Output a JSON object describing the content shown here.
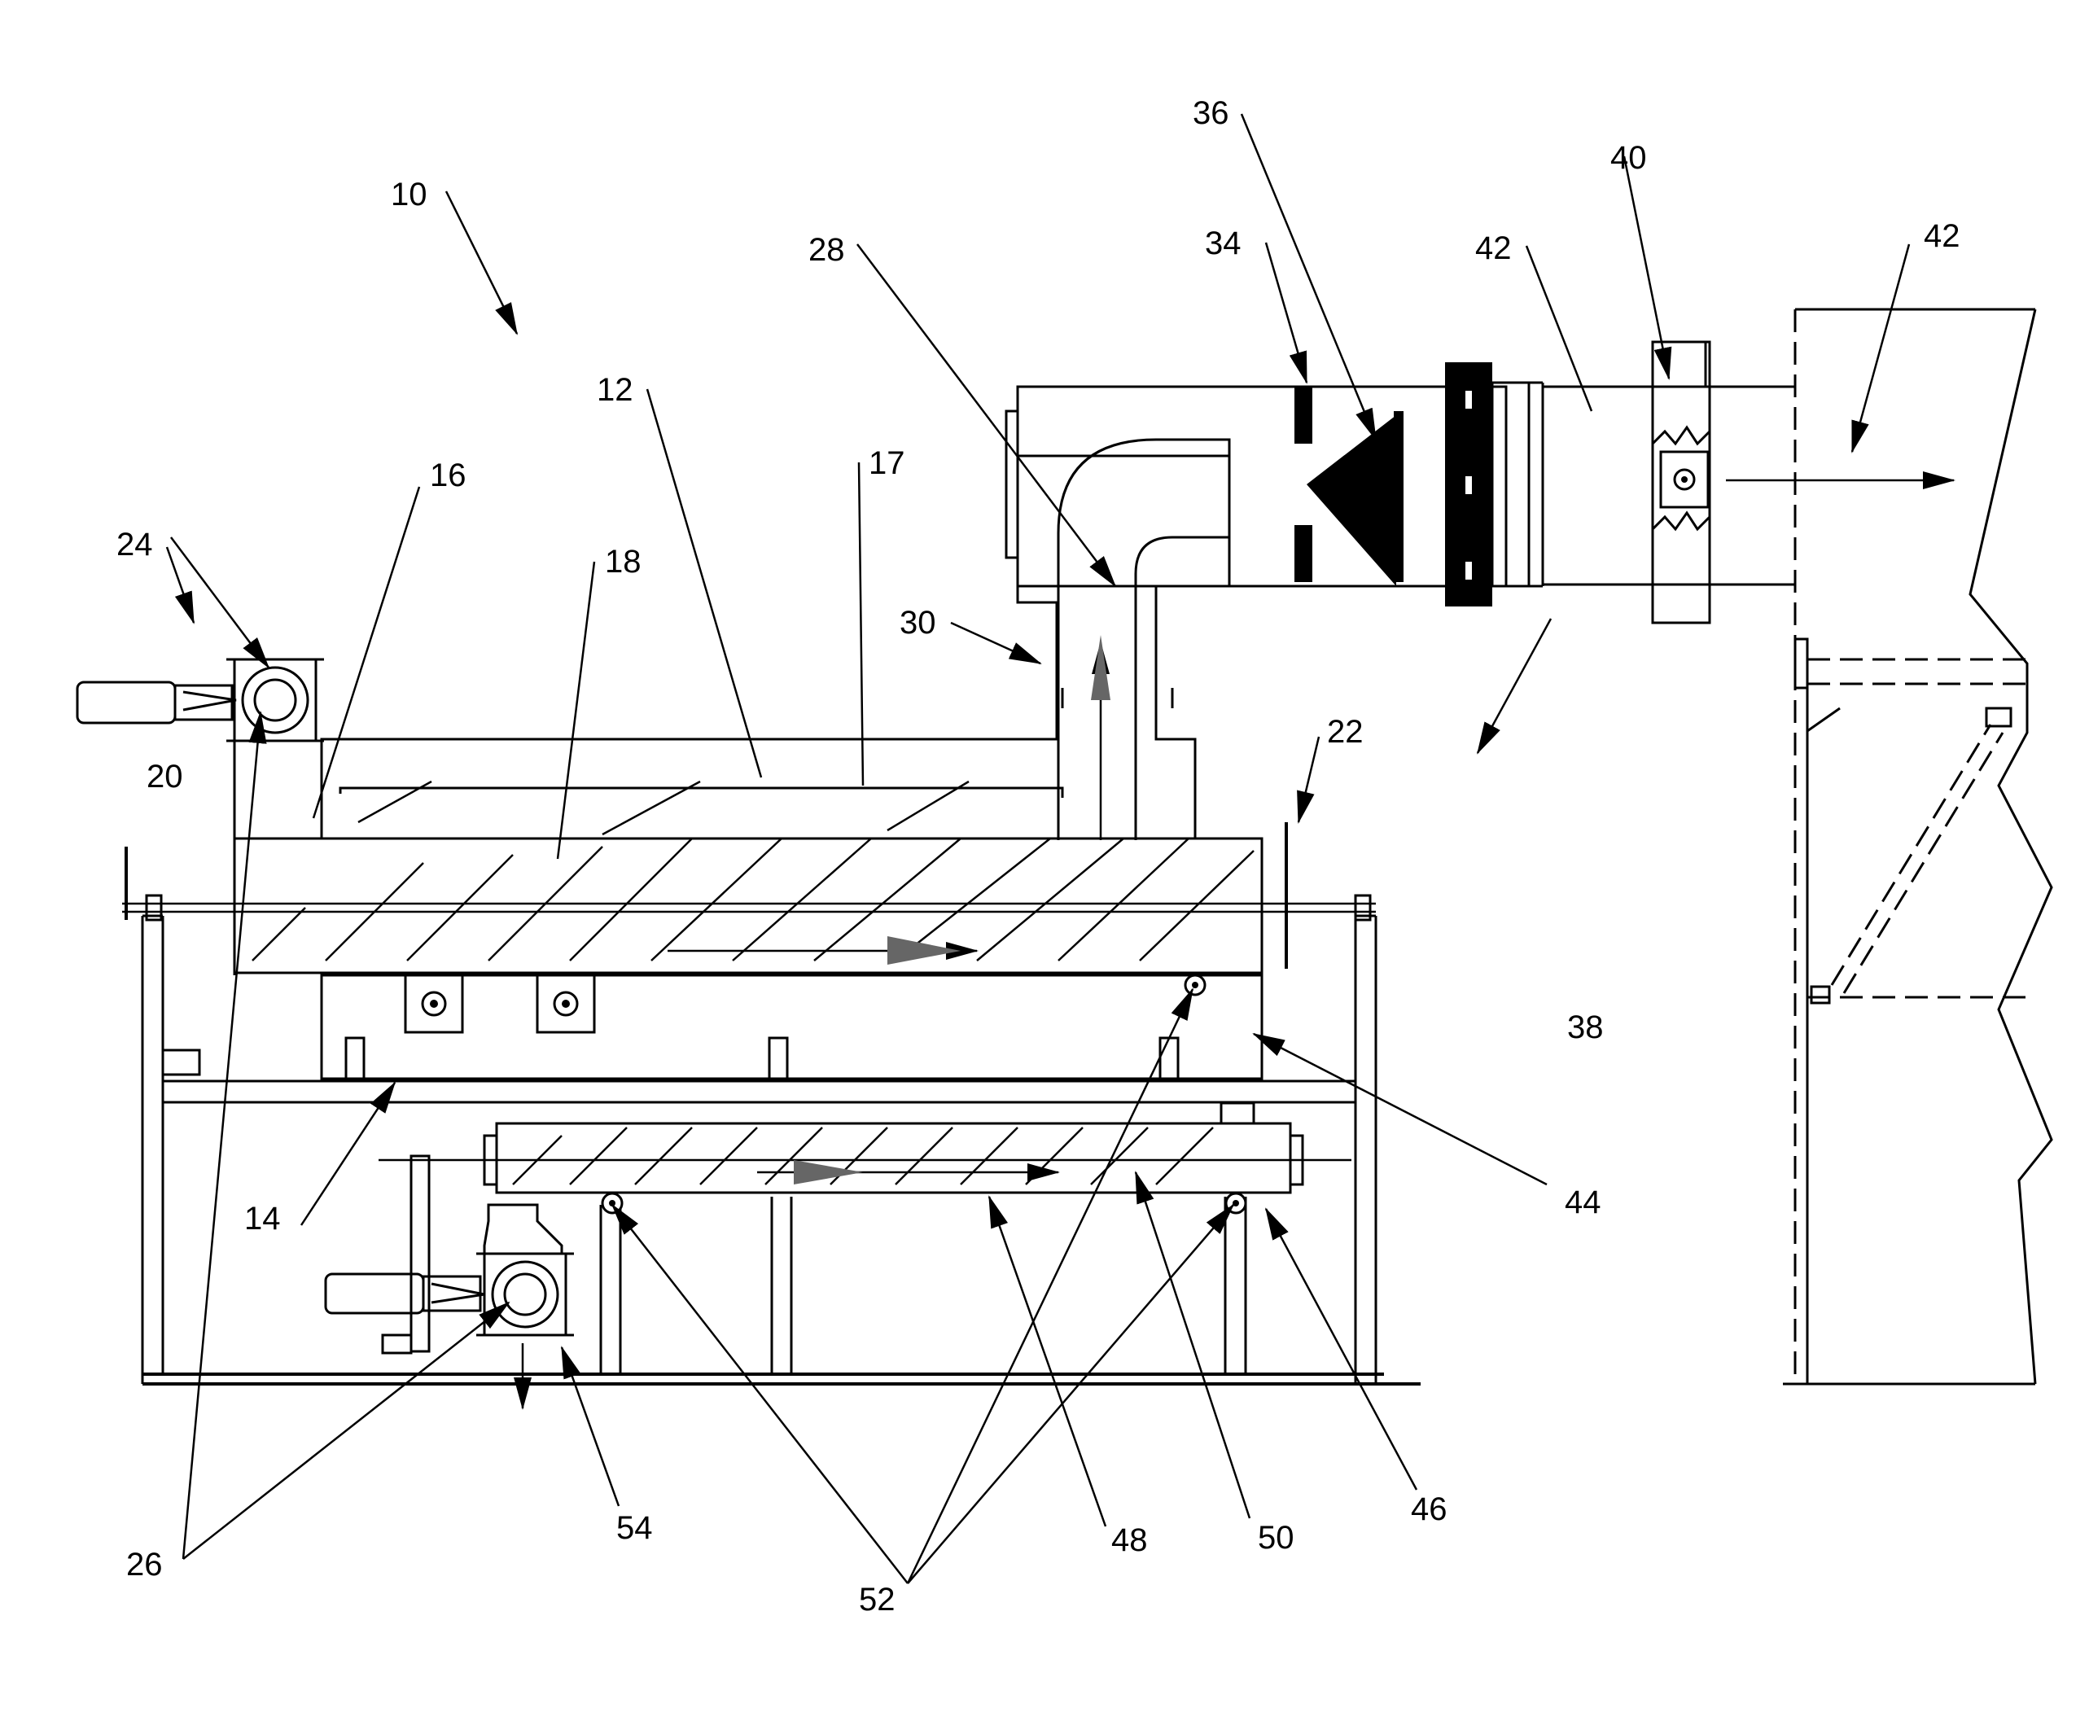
{
  "colors": {
    "ink": "#000000",
    "background": "#ffffff"
  },
  "labels": {
    "l10": "10",
    "l12": "12",
    "l14": "14",
    "l16": "16",
    "l17": "17",
    "l18": "18",
    "l20": "20",
    "l22": "22",
    "l24": "24",
    "l26": "26",
    "l28": "28",
    "l30": "30",
    "l34": "34",
    "l36": "36",
    "l38": "38",
    "l40": "40",
    "l42a": "42",
    "l42b": "42",
    "l44": "44",
    "l46": "46",
    "l48": "48",
    "l50": "50",
    "l52": "52",
    "l54": "54"
  }
}
